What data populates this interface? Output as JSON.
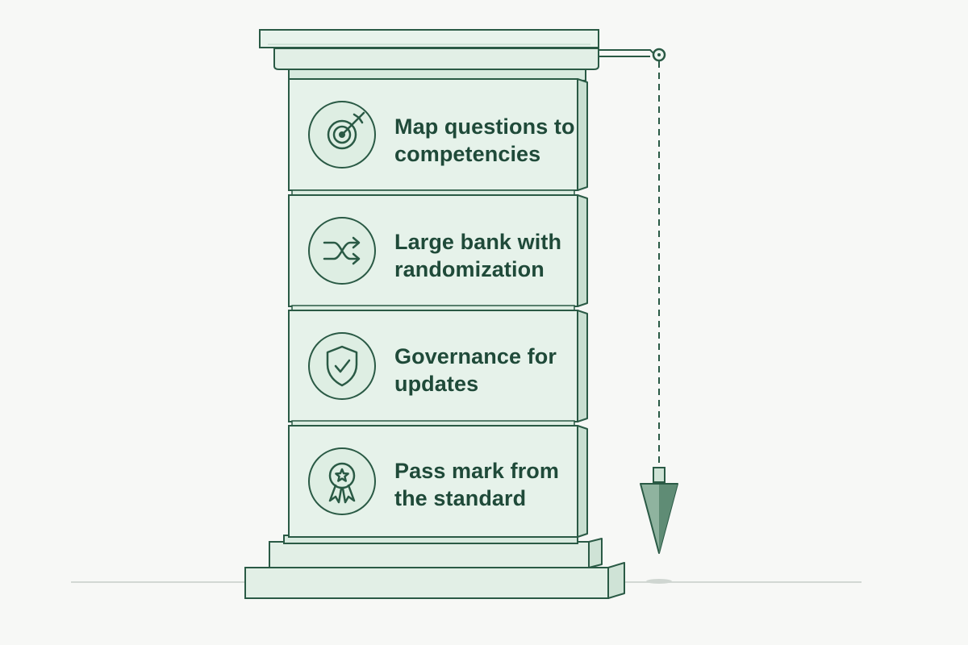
{
  "diagram": {
    "colors": {
      "stroke": "#2a5a45",
      "block_fill": "#deeee3",
      "block_fill_light": "#e6f2ea",
      "text": "#1f4a39",
      "ground": "#d2d8d4",
      "background": "#f7f8f6"
    },
    "blocks": [
      {
        "line1": "Map questions to",
        "line2": "competencies",
        "icon": "target-icon"
      },
      {
        "line1": "Large bank with",
        "line2": "randomization",
        "icon": "shuffle-icon"
      },
      {
        "line1": "Governance for",
        "line2": "updates",
        "icon": "shield-check-icon"
      },
      {
        "line1": "Pass mark from",
        "line2": "the standard",
        "icon": "award-ribbon-icon"
      }
    ],
    "plumb_line_icon": "plumb-bob-icon"
  }
}
